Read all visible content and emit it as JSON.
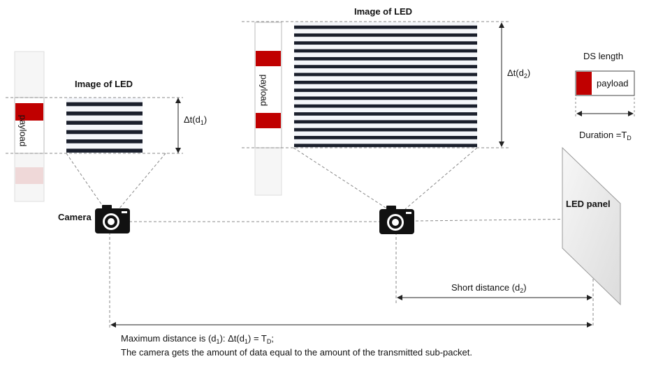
{
  "diagram": {
    "left_image": {
      "title": "Image of LED",
      "delta": "Δt(d",
      "delta_sub": "1",
      "delta_close": ")",
      "strip_label": "payload"
    },
    "right_image": {
      "title": "Image of LED",
      "delta": "Δt(d",
      "delta_sub": "2",
      "delta_close": ")",
      "strip_label": "payload"
    },
    "ds_box": {
      "title": "DS length",
      "label": "payload",
      "duration": "Duration =T",
      "duration_sub": "D"
    },
    "camera_label": "Camera",
    "led_panel_label": "LED panel",
    "short_distance": {
      "text": "Short distance (d",
      "sub": "2",
      "close": ")"
    },
    "caption": {
      "line1_a": "Maximum distance is (d",
      "line1_sub1": "1",
      "line1_b": "): Δt(d",
      "line1_sub2": "1",
      "line1_c": ") = T",
      "line1_sub3": "D",
      "line1_d": ";",
      "line2": "The camera gets the amount of data equal to the amount of the transmitted sub-packet."
    },
    "colors": {
      "red": "#c00000",
      "stripe_light": "#f4f6fa",
      "stripe_dark": "#1a1f2c",
      "panel_fill": "#efefef"
    }
  }
}
